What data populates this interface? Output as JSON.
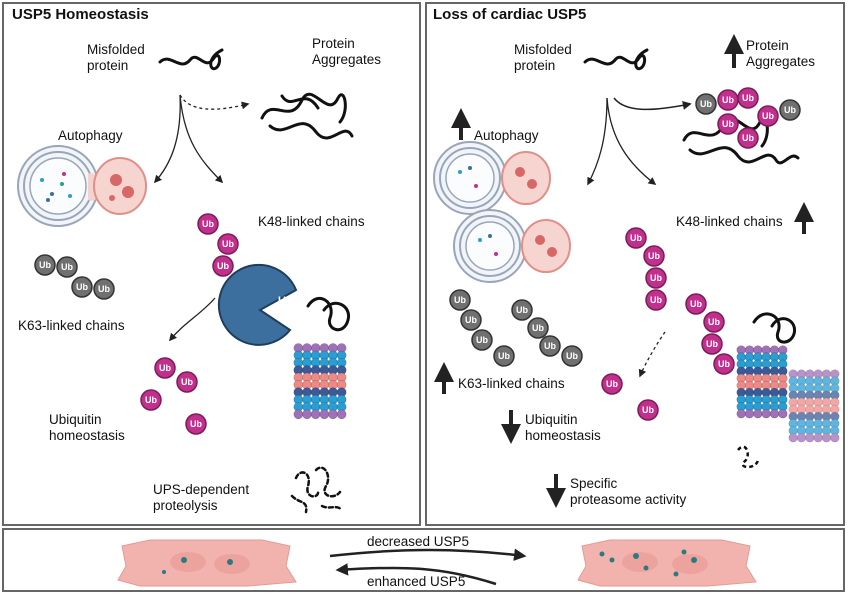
{
  "panels": {
    "left": {
      "title": "USP5 Homeostasis",
      "misfolded": [
        "Misfolded",
        "protein"
      ],
      "aggregates": [
        "Protein",
        "Aggregates"
      ],
      "autophagy": "Autophagy",
      "k48": "K48-linked chains",
      "k63": "K63-linked chains",
      "usp5": "USP5",
      "ub_homeo": [
        "Ubiquitin",
        "homeostasis"
      ],
      "ups": [
        "UPS-dependent",
        "proteolysis"
      ]
    },
    "right": {
      "title": "Loss of cardiac USP5",
      "misfolded": [
        "Misfolded",
        "protein"
      ],
      "aggregates": [
        "Protein",
        "Aggregates"
      ],
      "autophagy": "Autophagy",
      "k48": "K48-linked chains",
      "k63": "K63-linked chains",
      "ub_homeo": [
        "Ubiquitin",
        "homeostasis"
      ],
      "proteasome": [
        "Specific",
        "proteasome activity"
      ]
    }
  },
  "ub_label": "Ub",
  "bottom": {
    "decreased": "decreased USP5",
    "enhanced": "enhanced USP5"
  },
  "colors": {
    "ub_magenta": "#c0308c",
    "ub_grey": "#707070",
    "usp5_blue": "#3c6e9e",
    "cell_pink": "#f2b3ae",
    "proteasome_blue": "#2a9dd2",
    "proteasome_pink": "#ee8a86",
    "proteasome_navy": "#3d5a98",
    "proteasome_purple": "#a070b8"
  }
}
